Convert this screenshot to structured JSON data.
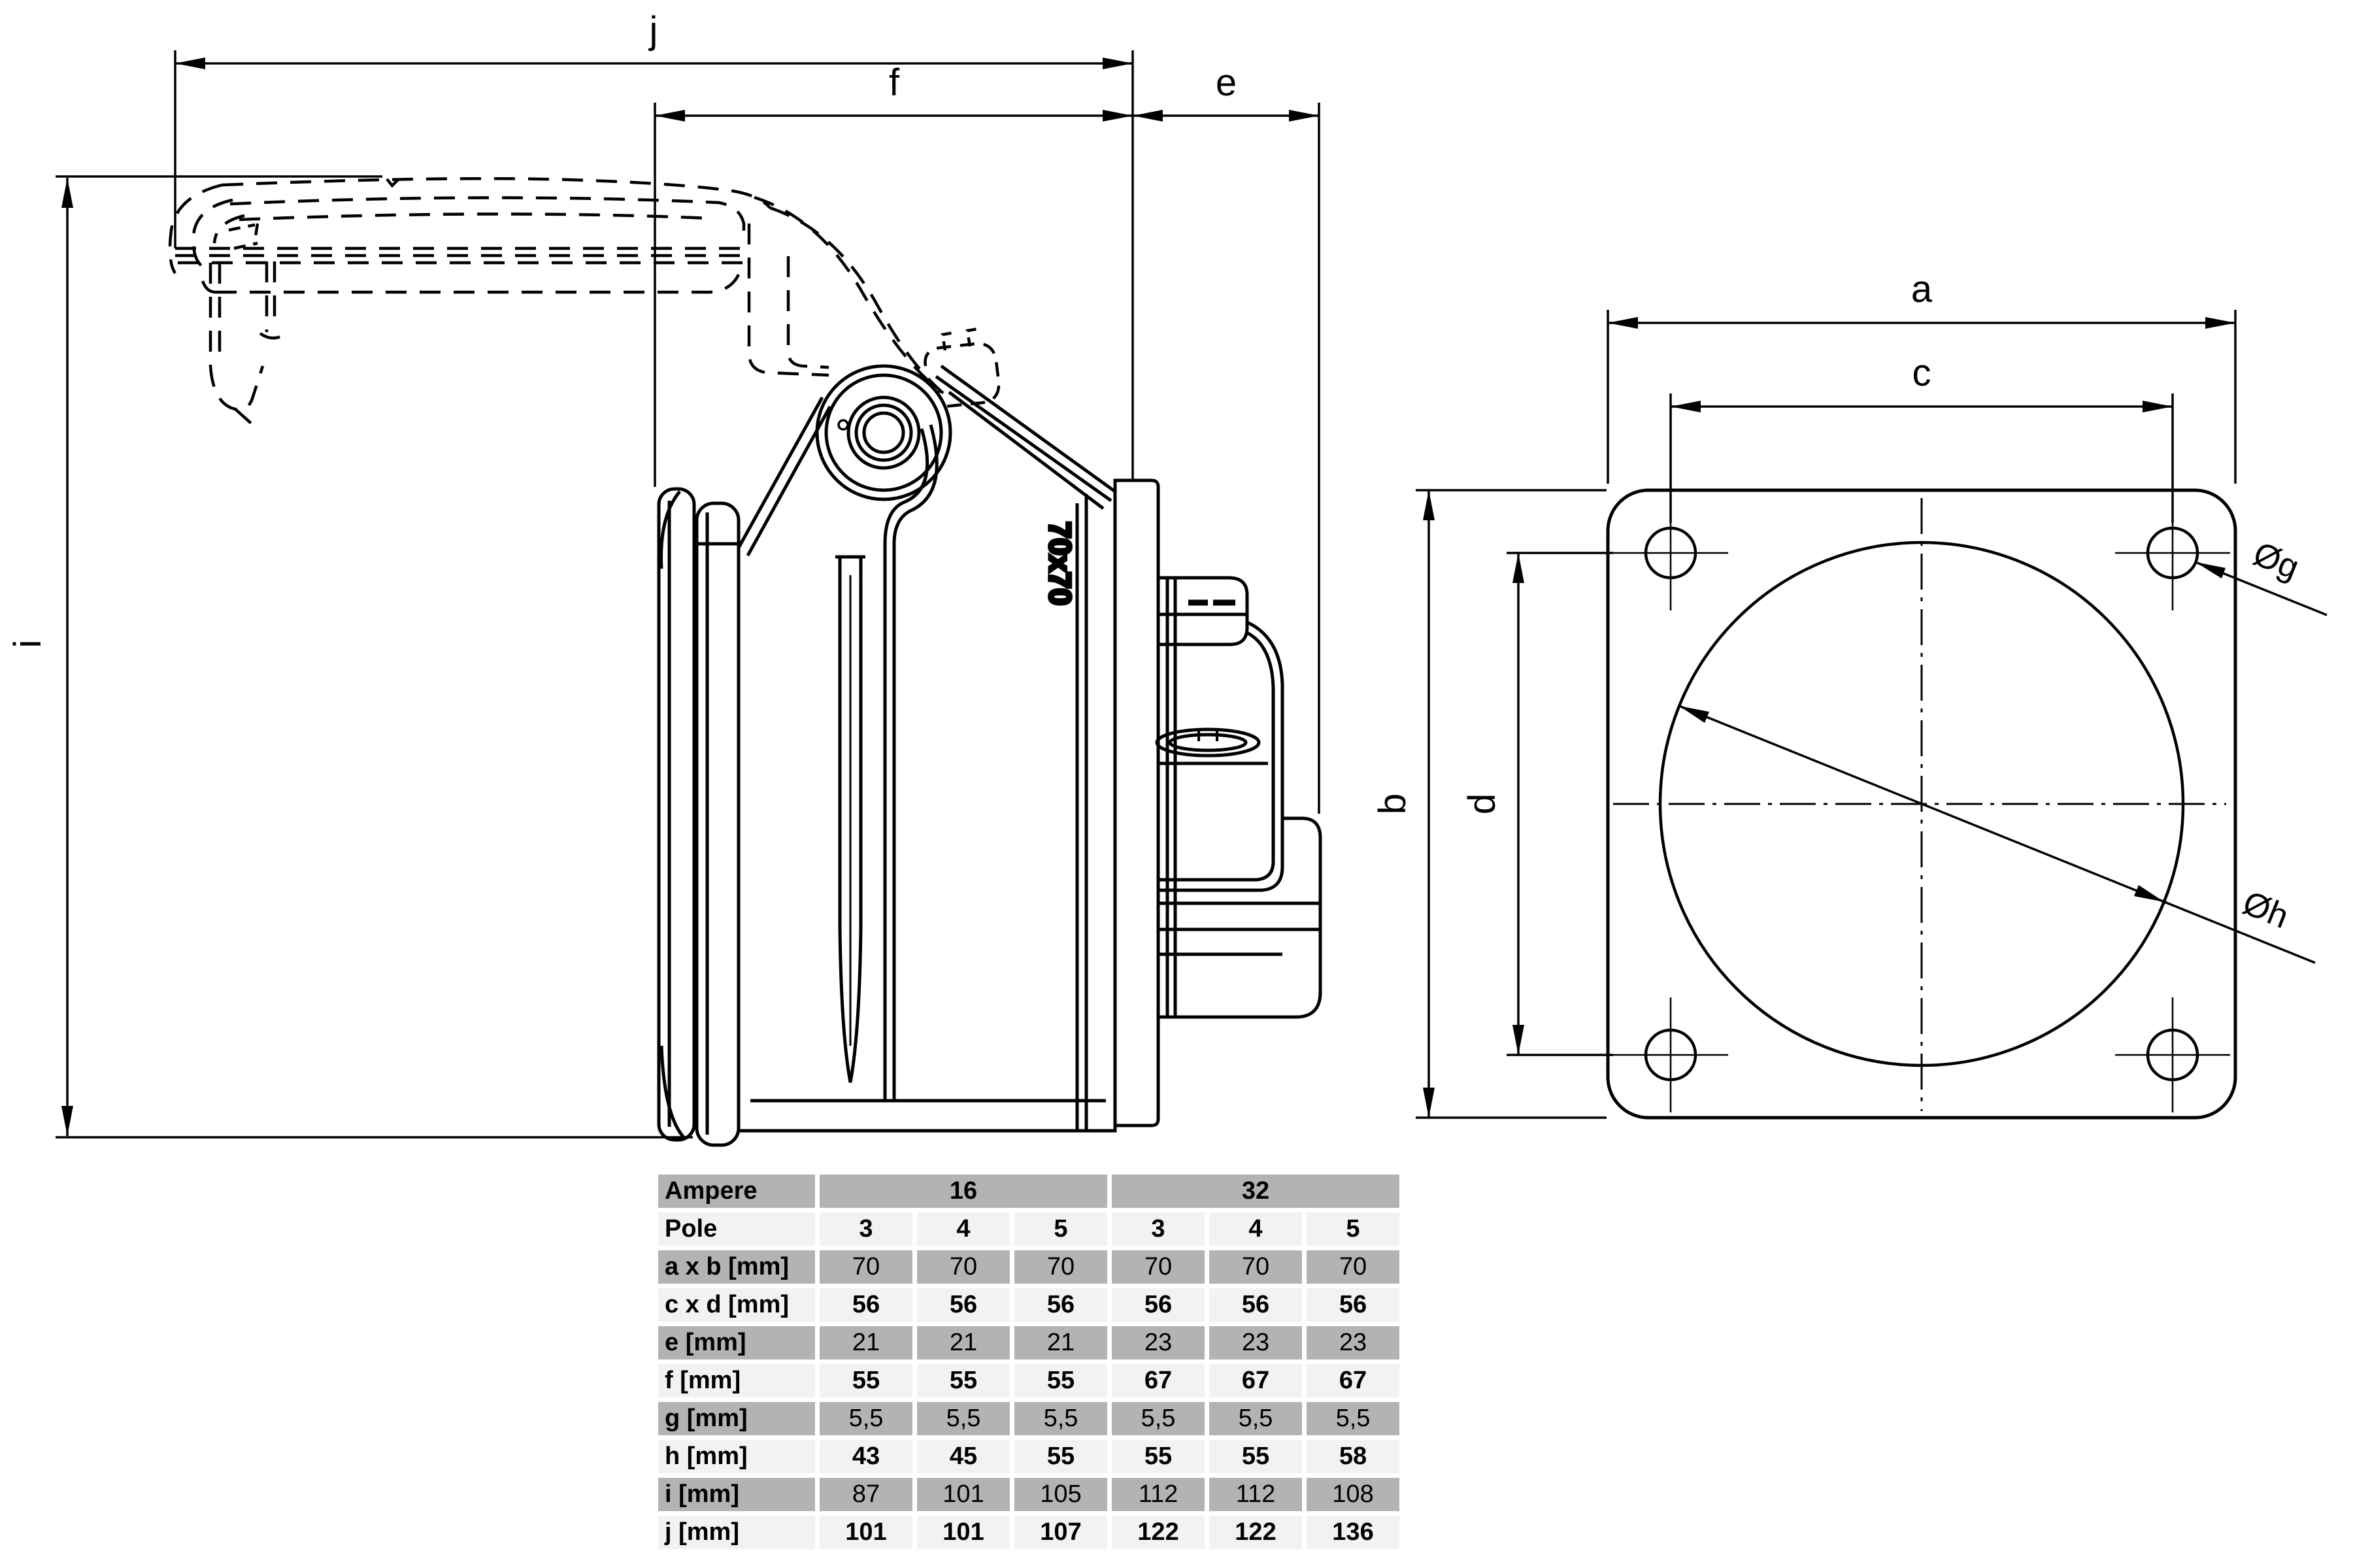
{
  "drawing": {
    "side_view": {
      "dim_labels": {
        "j": "j",
        "f": "f",
        "e": "e",
        "i": "i"
      },
      "annotation": "70x70"
    },
    "front_view": {
      "dim_labels": {
        "a": "a",
        "c": "c",
        "b": "b",
        "d": "d",
        "g": "Øg",
        "h": "Øh"
      }
    }
  },
  "table": {
    "header": {
      "label": "Ampere",
      "groups": [
        "16",
        "32"
      ]
    },
    "pole": {
      "label": "Pole",
      "values": [
        "3",
        "4",
        "5",
        "3",
        "4",
        "5"
      ]
    },
    "rows": [
      {
        "label": "a x b [mm]",
        "values": [
          "70",
          "70",
          "70",
          "70",
          "70",
          "70"
        ]
      },
      {
        "label": "c x d [mm]",
        "values": [
          "56",
          "56",
          "56",
          "56",
          "56",
          "56"
        ]
      },
      {
        "label": "e [mm]",
        "values": [
          "21",
          "21",
          "21",
          "23",
          "23",
          "23"
        ]
      },
      {
        "label": "f [mm]",
        "values": [
          "55",
          "55",
          "55",
          "67",
          "67",
          "67"
        ]
      },
      {
        "label": "g [mm]",
        "values": [
          "5,5",
          "5,5",
          "5,5",
          "5,5",
          "5,5",
          "5,5"
        ]
      },
      {
        "label": "h [mm]",
        "values": [
          "43",
          "45",
          "55",
          "55",
          "55",
          "58"
        ]
      },
      {
        "label": "i [mm]",
        "values": [
          "87",
          "101",
          "105",
          "112",
          "112",
          "108"
        ]
      },
      {
        "label": "j [mm]",
        "values": [
          "101",
          "101",
          "107",
          "122",
          "122",
          "136"
        ]
      }
    ],
    "colors": {
      "row_dark": "#b3b3b3",
      "row_light": "#f2f2f2"
    }
  }
}
